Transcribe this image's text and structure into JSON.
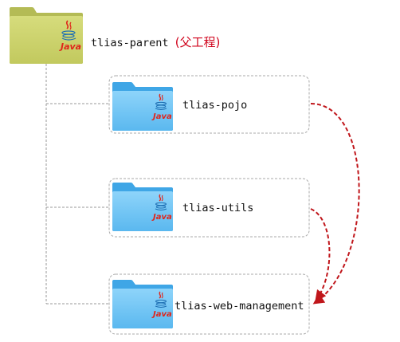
{
  "colors": {
    "parent_folder": "#c9d06a",
    "parent_folder_dark": "#b4bb55",
    "child_folder": "#6cc4f5",
    "child_folder_dark": "#3fa6e6",
    "java_red": "#e0251b",
    "java_blue": "#1e6fb3",
    "arrow": "#c0161b",
    "connector": "#9a9a9a",
    "box_border": "#a8a8a8",
    "parent_note": "#d0021b"
  },
  "icons": {
    "parent": "yellow-folder-java-icon",
    "child": "blue-folder-java-icon"
  },
  "java_word": "Java",
  "parent": {
    "name": "tlias-parent",
    "note": "(父工程)"
  },
  "modules": [
    {
      "name": "tlias-pojo"
    },
    {
      "name": "tlias-utils"
    },
    {
      "name": "tlias-web-management"
    }
  ],
  "dependencies": [
    {
      "from": "tlias-pojo",
      "to": "tlias-web-management"
    },
    {
      "from": "tlias-utils",
      "to": "tlias-web-management"
    }
  ]
}
